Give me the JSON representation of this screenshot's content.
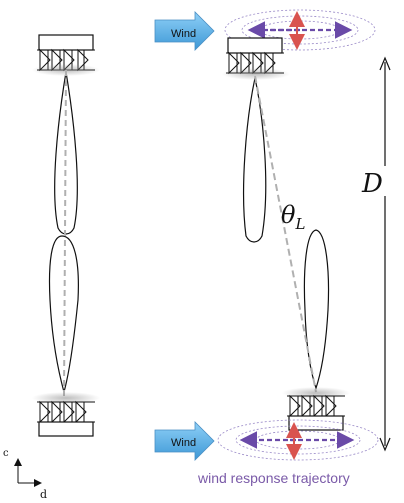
{
  "labels": {
    "wind": "Wind",
    "D": "D",
    "theta": "θ",
    "theta_sub": "L",
    "trajectory": "wind response trajectory",
    "axis_c": "c",
    "axis_d": "d"
  },
  "colors": {
    "wind_arrow": "#5aaee6",
    "trajectory_text": "#7a5aa8",
    "horizontal_arrow": "#6a4aa8",
    "vertical_arrow": "#d9534f",
    "dashed_line": "#b0b0b0",
    "stroke": "#111111"
  }
}
